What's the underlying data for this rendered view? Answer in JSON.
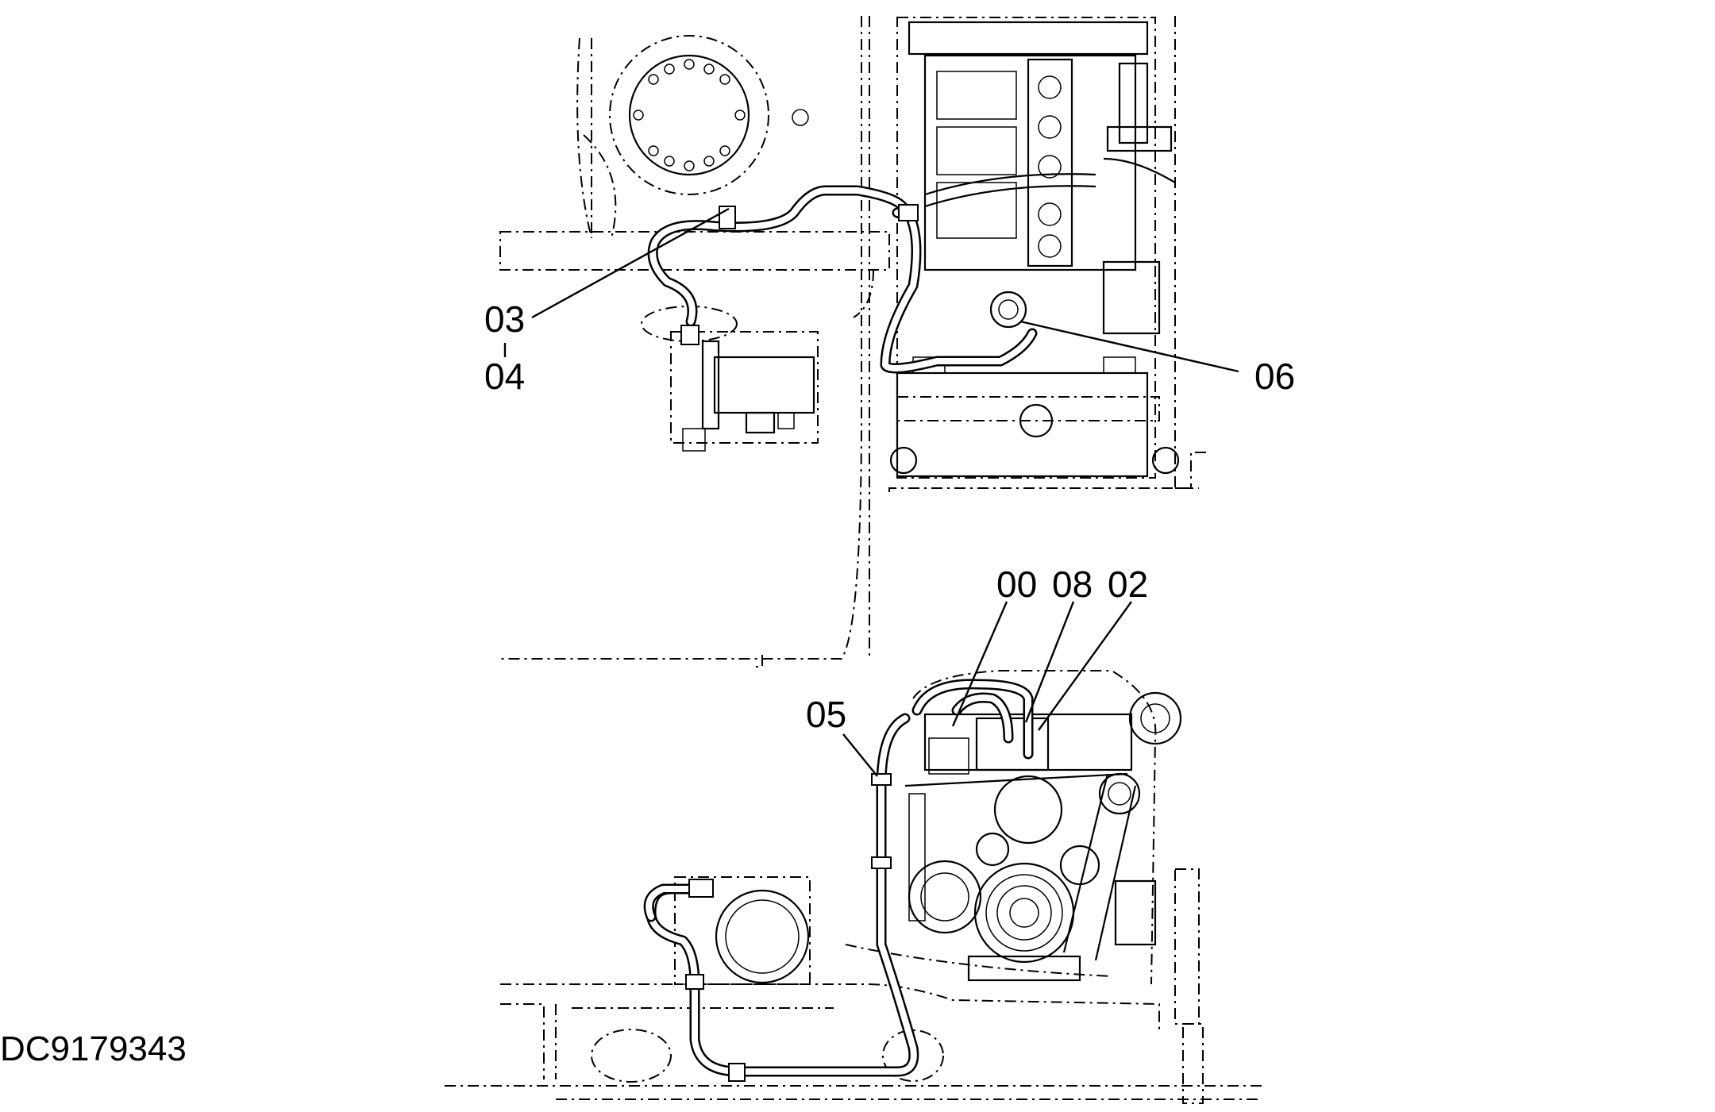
{
  "drawing_id": "DC9179343",
  "callouts": {
    "c03": "03",
    "c04": "04",
    "c06": "06",
    "c00": "00",
    "c08": "08",
    "c02": "02",
    "c05": "05"
  },
  "colors": {
    "line": "#000000",
    "background": "#ffffff"
  }
}
